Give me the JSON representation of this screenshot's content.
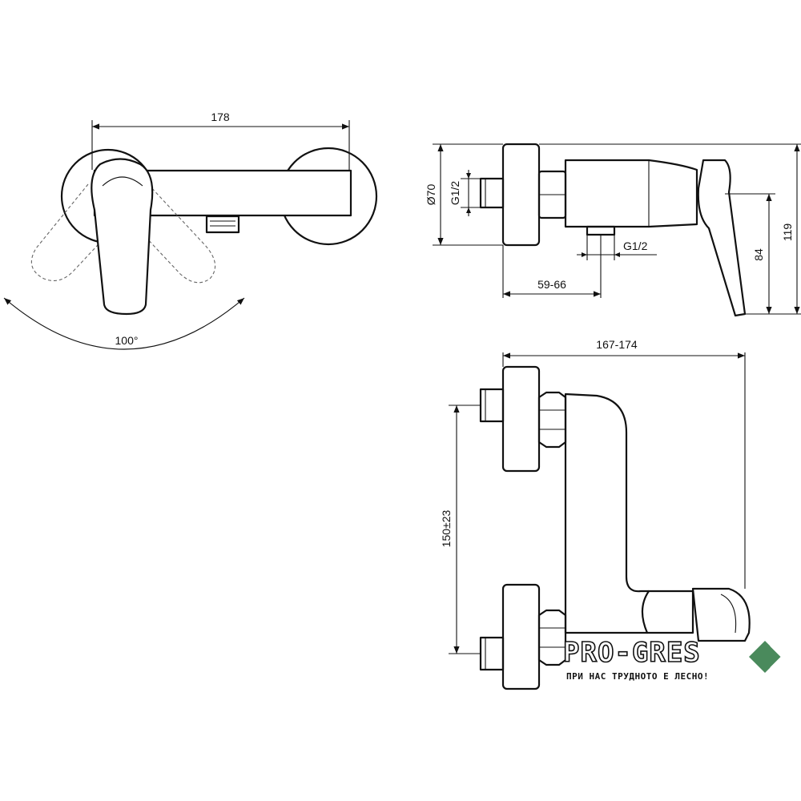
{
  "dimensions": {
    "top_width": "178",
    "swing_angle": "100°",
    "rosette_diameter": "Ø70",
    "inlet_thread": "G1/2",
    "outlet_thread": "G1/2",
    "projection": "59-66",
    "outlet_height": "84",
    "total_height": "119",
    "front_width": "167-174",
    "inlet_spacing": "150±23"
  },
  "brand": {
    "name": "PRO-GRES",
    "tagline": "ПРИ НАС ТРУДНОТО Е ЛЕСНО!",
    "accent_color": "#4a8a5c"
  },
  "colors": {
    "line": "#111111",
    "background": "#ffffff"
  }
}
